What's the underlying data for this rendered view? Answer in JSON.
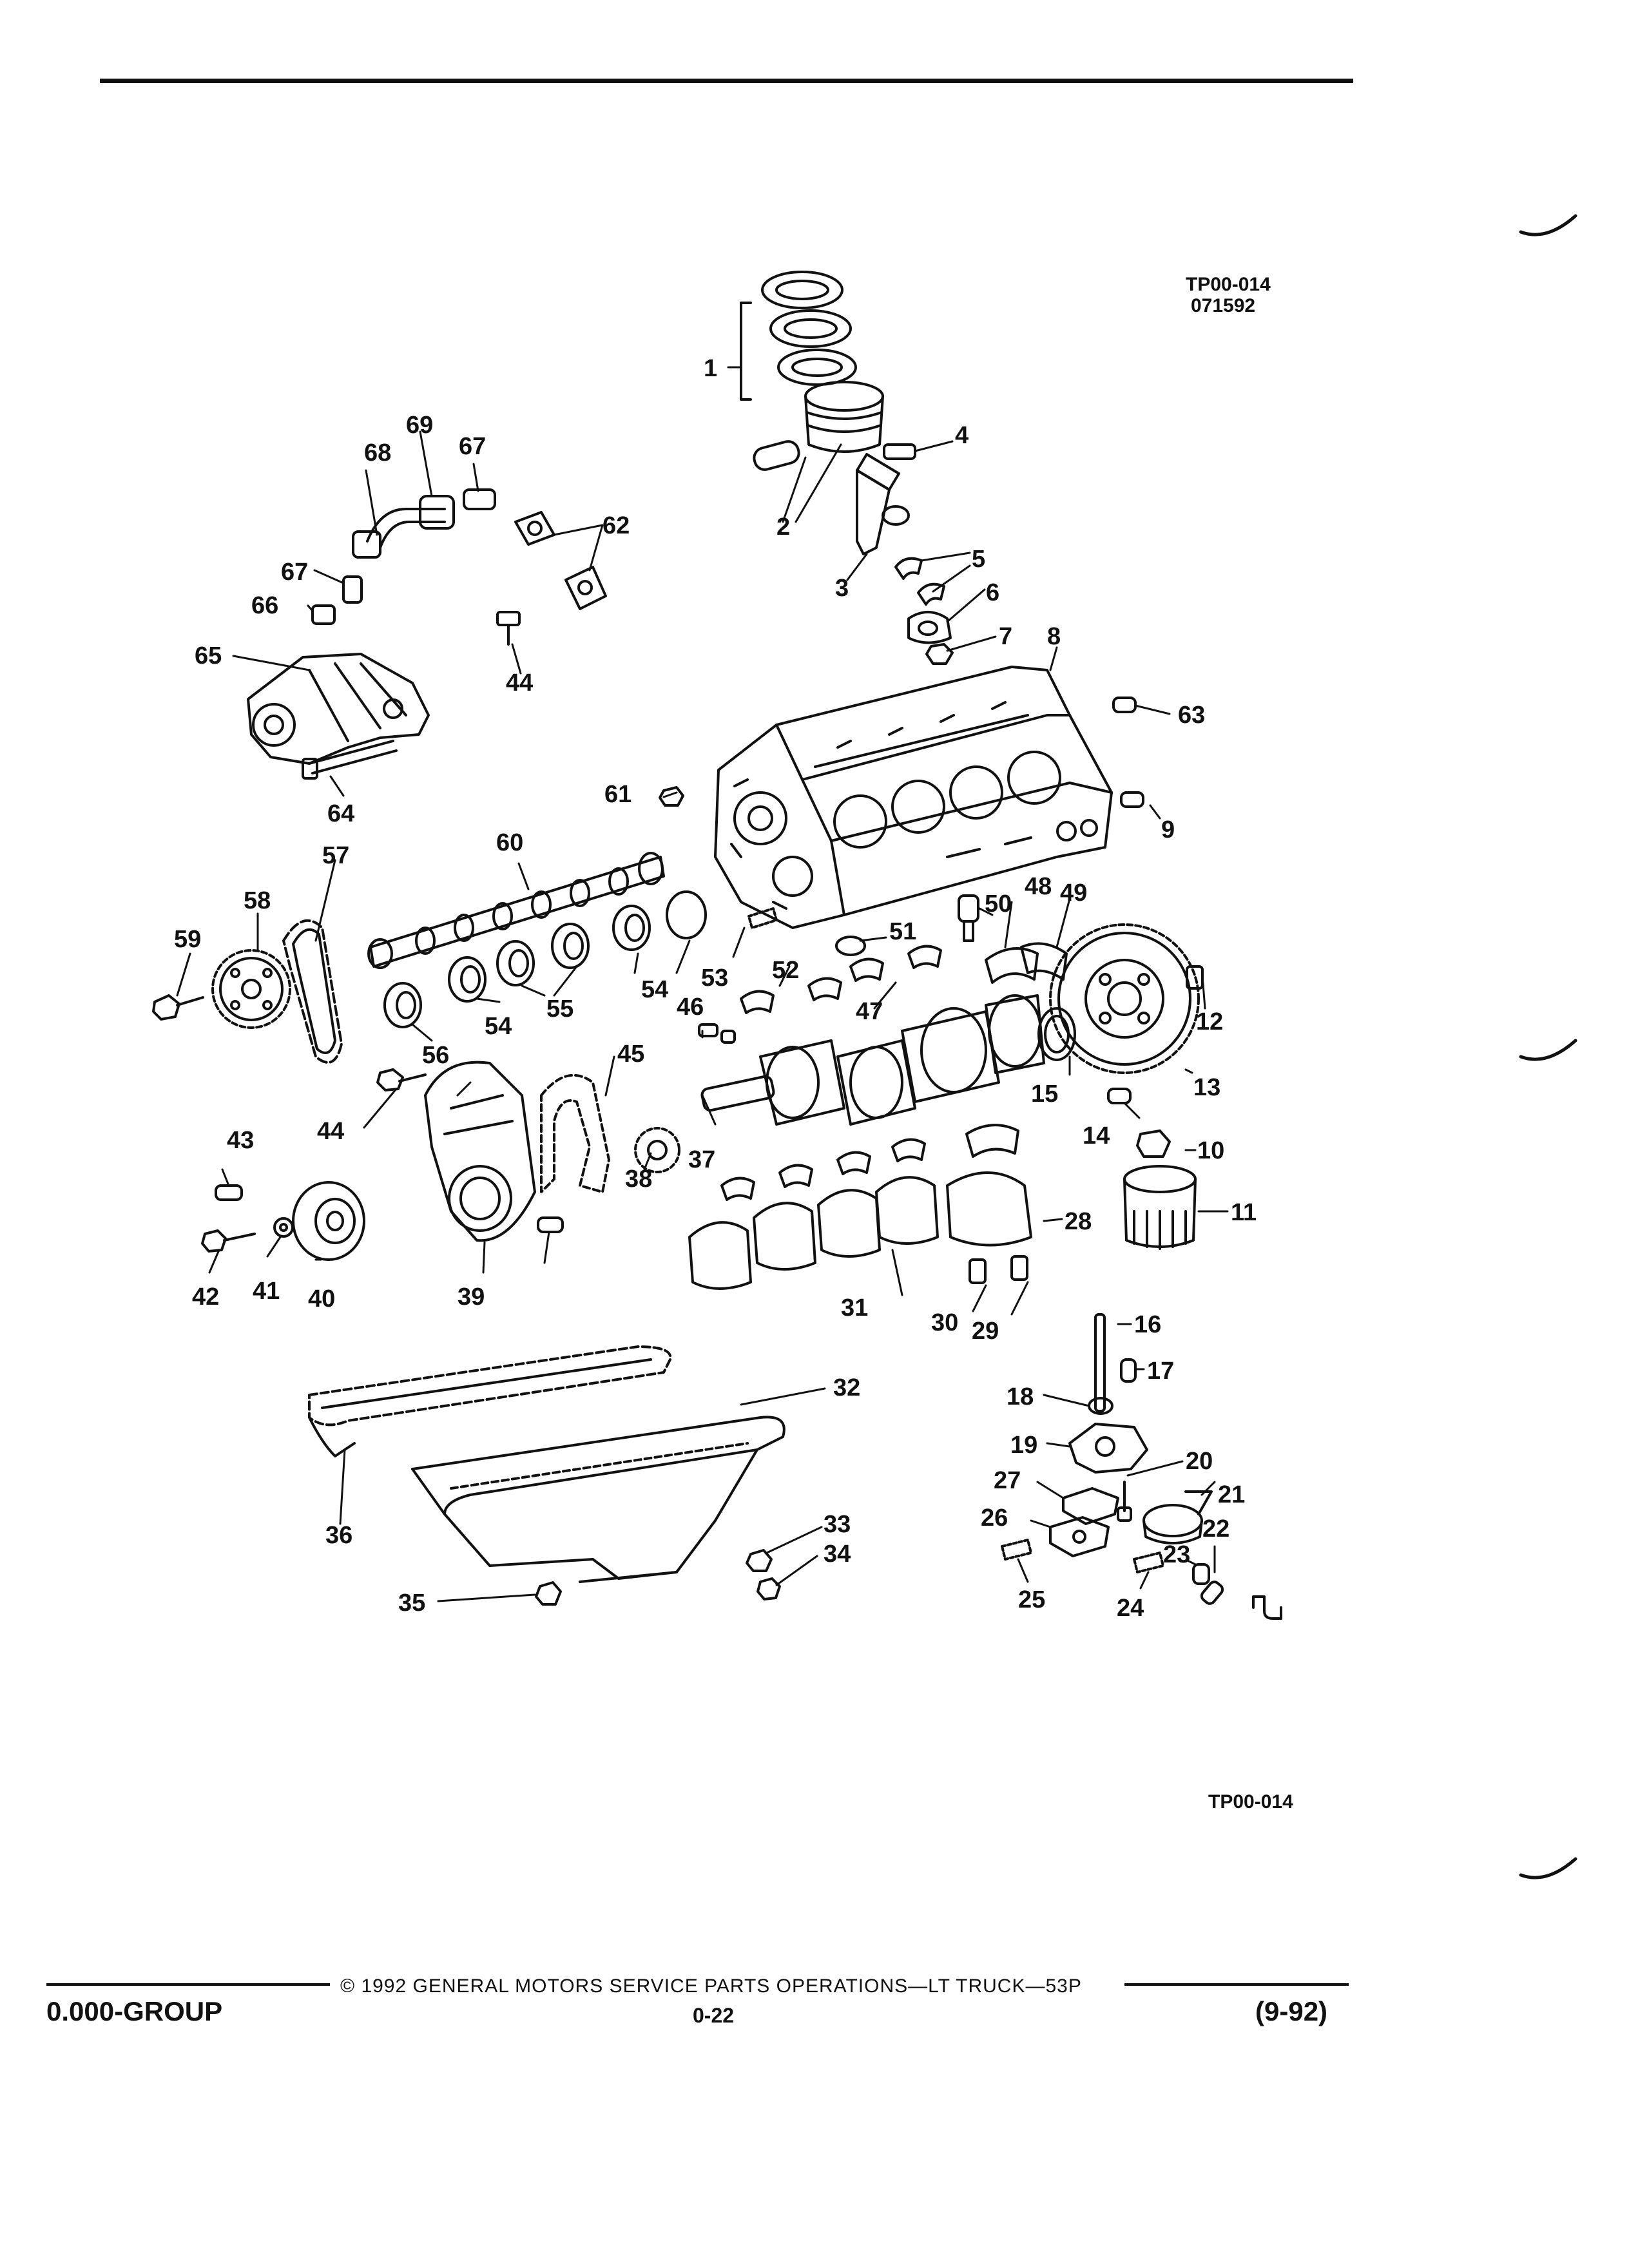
{
  "figure": {
    "code_top": "TP00-014",
    "date_code": "071592",
    "code_bottom": "TP00-014"
  },
  "callouts": {
    "c1": "1",
    "c2": "2",
    "c3": "3",
    "c4": "4",
    "c5": "5",
    "c6": "6",
    "c7": "7",
    "c8": "8",
    "c9": "9",
    "c10": "10",
    "c11": "11",
    "c12": "12",
    "c13": "13",
    "c14": "14",
    "c15": "15",
    "c16": "16",
    "c17": "17",
    "c18": "18",
    "c19": "19",
    "c20": "20",
    "c21": "21",
    "c22": "22",
    "c23": "23",
    "c24": "24",
    "c25": "25",
    "c26": "26",
    "c27": "27",
    "c28": "28",
    "c29": "29",
    "c30": "30",
    "c31": "31",
    "c32": "32",
    "c33": "33",
    "c34": "34",
    "c35": "35",
    "c36": "36",
    "c37": "37",
    "c38": "38",
    "c39": "39",
    "c40": "40",
    "c41": "41",
    "c42": "42",
    "c43": "43",
    "c44": "44",
    "c45": "45",
    "c46": "46",
    "c47": "47",
    "c48": "48",
    "c49": "49",
    "c50": "50",
    "c51": "51",
    "c52": "52",
    "c53": "53",
    "c54": "54",
    "c55": "55",
    "c56": "56",
    "c57": "57",
    "c58": "58",
    "c59": "59",
    "c60": "60",
    "c61": "61",
    "c62": "62",
    "c63": "63",
    "c64": "64",
    "c65": "65",
    "c66": "66",
    "c67": "67",
    "c68": "68",
    "c69": "69"
  },
  "footer": {
    "copyright": "© 1992 GENERAL MOTORS SERVICE PARTS OPERATIONS—LT TRUCK—53P",
    "group": "0.000-GROUP",
    "page": "0-22",
    "revision": "(9-92)"
  }
}
